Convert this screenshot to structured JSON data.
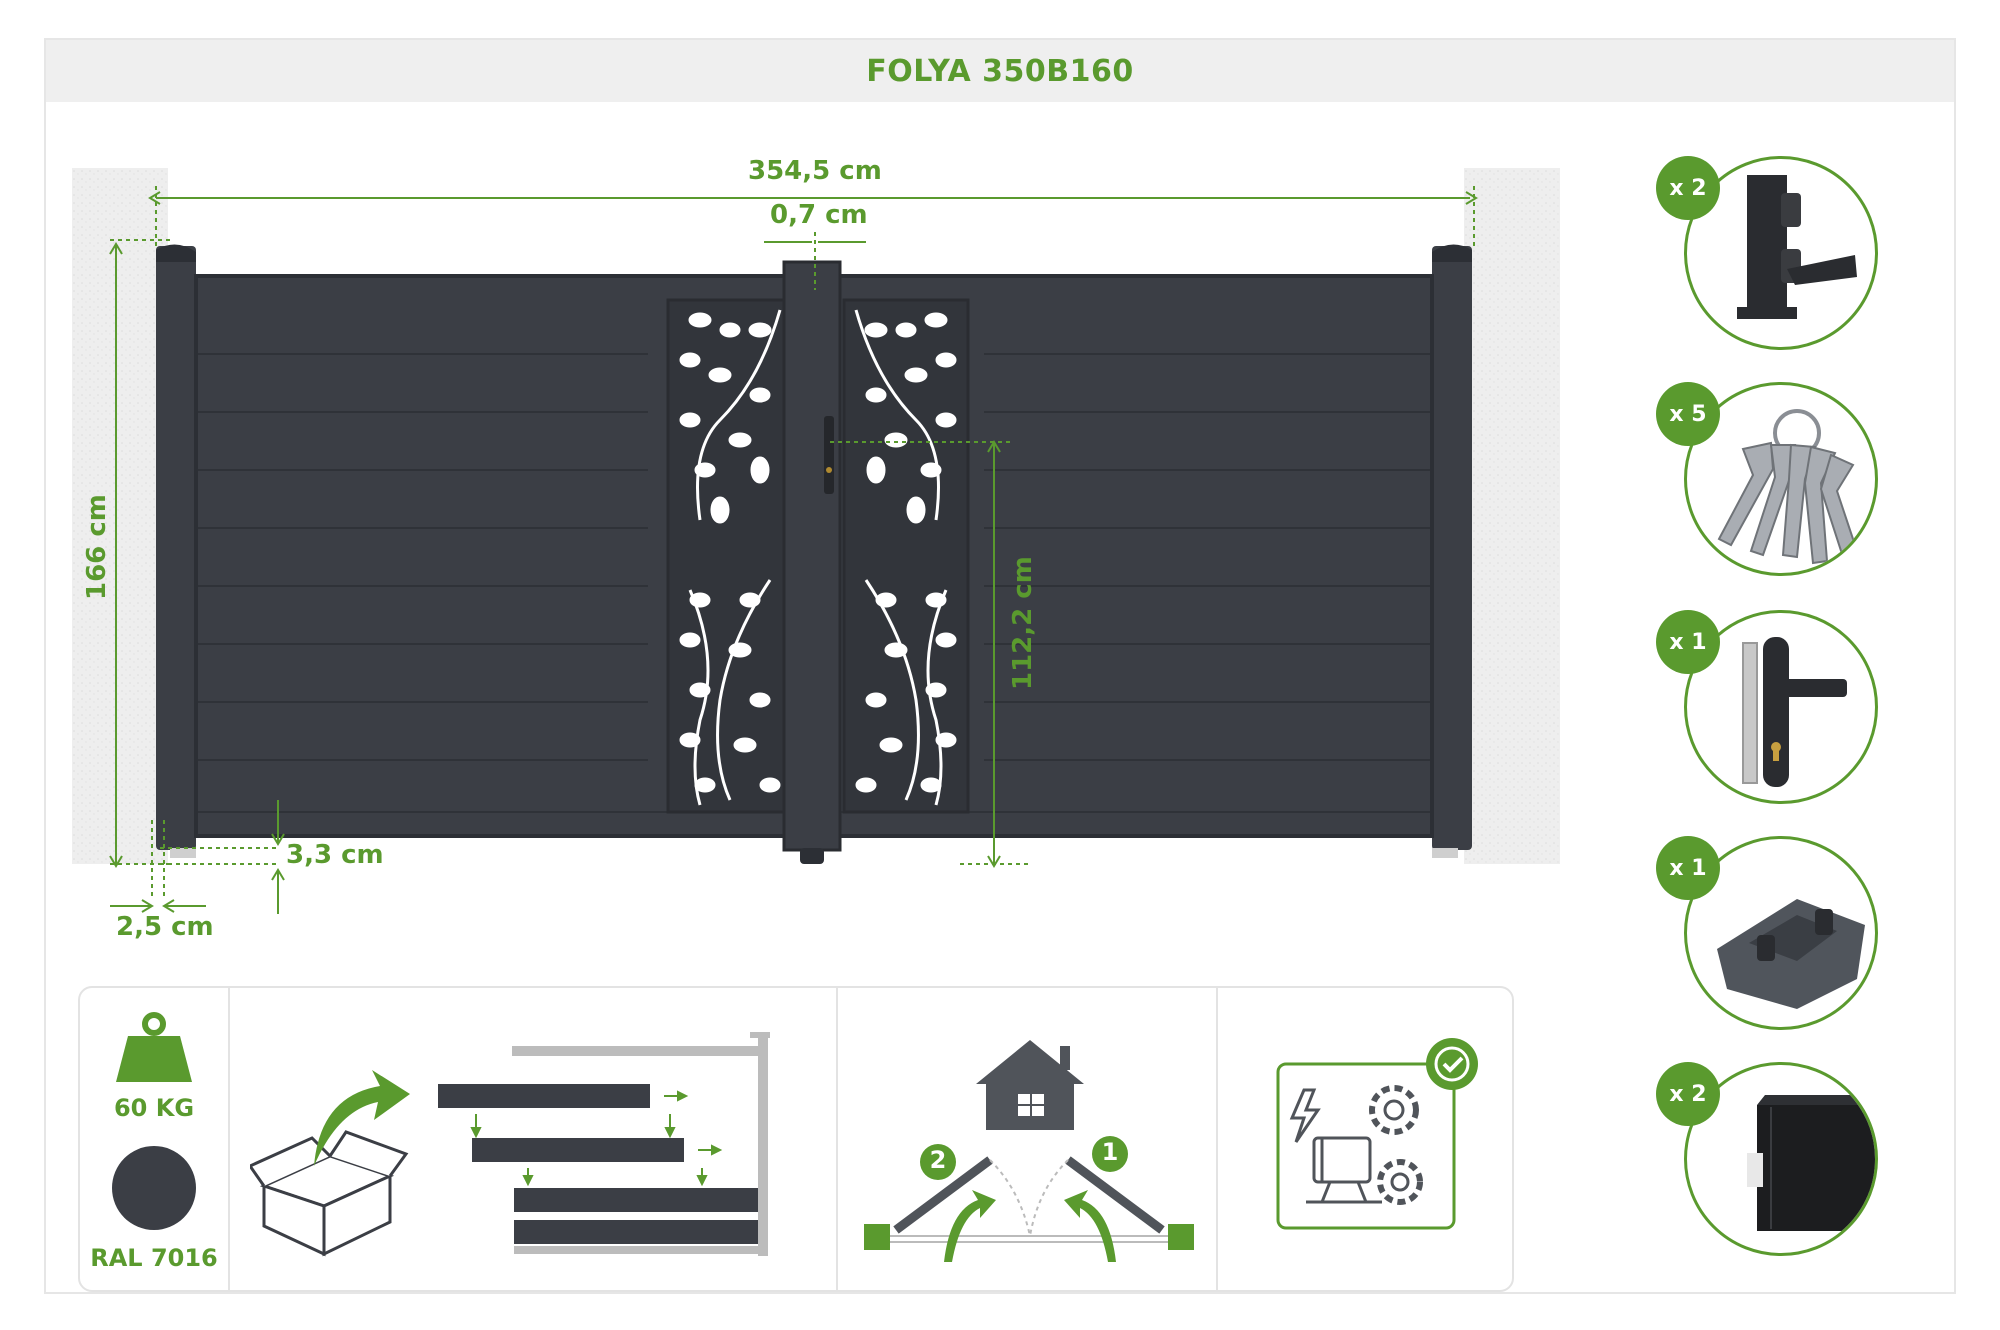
{
  "title": "FOLYA 350B160",
  "dimensions": {
    "total_width": "354,5 cm",
    "gap": "0,7 cm",
    "height": "166 cm",
    "handle_height": "112,2 cm",
    "ground_clearance": "3,3 cm",
    "post_gap": "2,5 cm"
  },
  "specs": {
    "weight": "60 KG",
    "color_name": "RAL 7016",
    "color_hex": "#3b3e45"
  },
  "accent_color": "#5a9a2e",
  "accessories": [
    {
      "qty": "x 2",
      "icon": "hinge-icon"
    },
    {
      "qty": "x 5",
      "icon": "keys-icon"
    },
    {
      "qty": "x 1",
      "icon": "lock-handle-icon"
    },
    {
      "qty": "x 1",
      "icon": "gate-stop-icon"
    },
    {
      "qty": "x 2",
      "icon": "post-cap-icon"
    }
  ],
  "features": [
    {
      "icon": "weight-icon"
    },
    {
      "icon": "box-to-panels-icon"
    },
    {
      "icon": "opening-order-icon",
      "steps": [
        "1",
        "2"
      ]
    },
    {
      "icon": "motorization-ready-icon"
    }
  ]
}
